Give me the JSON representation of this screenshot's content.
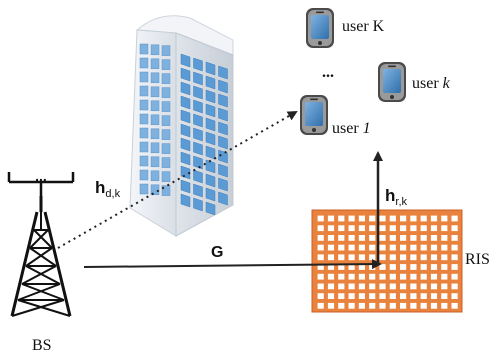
{
  "labels": {
    "user_K": "user K",
    "user_k_prefix": "user ",
    "user_k_var": "k",
    "user_1_prefix": "user ",
    "user_1_var": "1",
    "ellipsis": "...",
    "bs": "BS",
    "ris": "RIS",
    "channel_G": "G",
    "h_d_main": "h",
    "h_d_sub": "d,k",
    "h_r_main": "h",
    "h_r_sub": "r,k",
    "antenna_dots": "..."
  },
  "colors": {
    "ris_fill": "#E8823C",
    "ris_grid": "#FFFFFF",
    "building_glass": "#5B9BD5",
    "building_body": "#E9EDF2",
    "phone_body": "#4A4A4A",
    "phone_screen": "#4B8EC8",
    "tower": "#111111",
    "arrow": "#222222"
  },
  "icons": [
    "phone-icon",
    "building-icon",
    "tower-icon",
    "ris-panel-icon"
  ]
}
